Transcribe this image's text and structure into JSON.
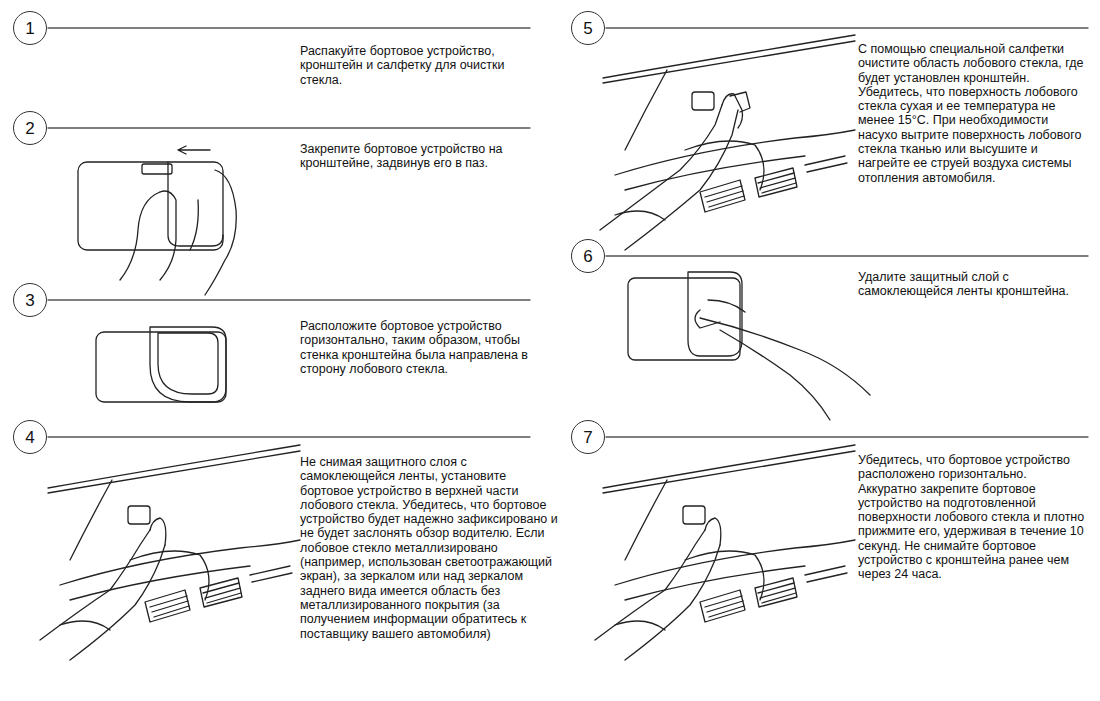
{
  "diagram": {
    "nodes": [
      {
        "text": [
          "1"
        ]
      },
      {
        "text": [
          "2"
        ]
      },
      {
        "text": [
          "3"
        ]
      },
      {
        "text": [
          "4"
        ]
      },
      {
        "text": [
          "5"
        ]
      },
      {
        "text": [
          "6"
        ]
      },
      {
        "text": [
          "7"
        ]
      }
    ],
    "labels": [
      "Распакуйте бортовое устройство, кронштейн и салфетку для очистки стекла.",
      "Закрепите бортовое устройство на кронштейне, задвинув его в паз.",
      "Расположите бортовое устройство горизонтально, таким образом, чтобы стенка кронштейна была направлена в сторону лобового стекла.",
      "Не снимая защитного слоя с самоклеющейся ленты, установите бортовое устройство в верхней части лобового стекла. Убедитесь, что бортовое устройство будет надежно зафиксировано и не будет заслонять обзор водителю. Если лобовое стекло металлизировано (например, использован светоотражающий экран), за зеркалом или над зеркалом заднего вида имеется область без металлизированного покрытия (за получением информации обратитесь к поставщику вашего автомобиля)",
      "С помощью специальной салфетки очистите область лобового стекла, где будет установлен кронштейн. Убедитесь, что поверхность лобового стекла сухая и ее температура не менее 15°C. При необходимости насухо вытрите поверхность лобового стекла тканью или высушите и нагрейте ее струей воздуха системы отопления автомобиля.",
      "Удалите защитный слой с самоклеющейся ленты кронштейна.",
      "Убедитесь, что бортовое устройство расположено горизонтально. Аккуратно закрепите бортовое устройство на подготовленной поверхности лобового стекла и плотно прижмите его, удерживая в течение 10 секунд. Не снимайте бортовое устройство с кронштейна ранее чем через 24 часа."
    ]
  }
}
